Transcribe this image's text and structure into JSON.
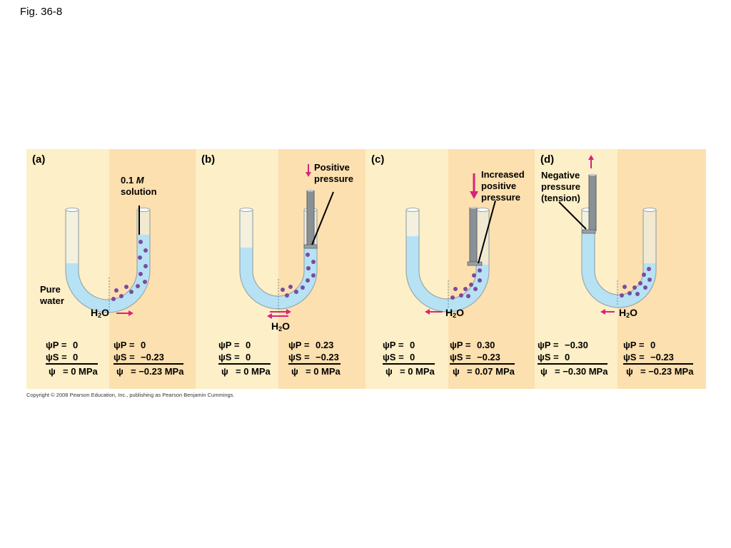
{
  "figure_label": "Fig. 36-8",
  "copyright": "Copyright © 2008 Pearson Education, Inc., publishing as Pearson Benjamin Cummings.",
  "units": "MPa",
  "colors": {
    "left_bg": "#fdefc7",
    "right_bg": "#fce0af",
    "water": "#8fd3ef",
    "solute": "#7b4aa0",
    "arrow": "#d6257a"
  },
  "panels": [
    {
      "label": "(a)",
      "annotation": [
        "0.1",
        "M",
        "solution"
      ],
      "annotation2": [
        "Pure",
        "water"
      ],
      "h2o": "H",
      "h2o_sub": "2",
      "h2o_end": "O",
      "left": {
        "p_label": "ψP =",
        "p_val": "0",
        "s_label": "ψS =",
        "s_val": "0",
        "t_label": "ψ",
        "t_val": "= 0 MPa"
      },
      "right": {
        "p_label": "ψP =",
        "p_val": "0",
        "s_label": "ψS =",
        "s_val": "−0.23",
        "t_label": "ψ",
        "t_val": "= −0.23 MPa"
      }
    },
    {
      "label": "(b)",
      "annotation": [
        "Positive",
        "pressure"
      ],
      "h2o": "H",
      "h2o_sub": "2",
      "h2o_end": "O",
      "left": {
        "p_label": "ψP =",
        "p_val": "0",
        "s_label": "ψS =",
        "s_val": "0",
        "t_label": "ψ",
        "t_val": "= 0 MPa"
      },
      "right": {
        "p_label": "ψP =",
        "p_val": "0.23",
        "s_label": "ψS =",
        "s_val": "−0.23",
        "t_label": "ψ",
        "t_val": "= 0 MPa"
      }
    },
    {
      "label": "(c)",
      "annotation": [
        "Increased",
        "positive",
        "pressure"
      ],
      "h2o": "H",
      "h2o_sub": "2",
      "h2o_end": "O",
      "left": {
        "p_label": "ψP =",
        "p_val": "0",
        "s_label": "ψS =",
        "s_val": "0",
        "t_label": "ψ",
        "t_val": "= 0 MPa"
      },
      "right": {
        "p_label": "ψP =",
        "p_val": "0.30",
        "s_label": "ψS =",
        "s_val": "−0.23",
        "t_label": "ψ",
        "t_val": "= 0.07 MPa"
      }
    },
    {
      "label": "(d)",
      "annotation": [
        "Negative",
        "pressure",
        "(tension)"
      ],
      "h2o": "H",
      "h2o_sub": "2",
      "h2o_end": "O",
      "left": {
        "p_label": "ψP =",
        "p_val": "−0.30",
        "s_label": "ψS =",
        "s_val": "0",
        "t_label": "ψ",
        "t_val": "= −0.30 MPa"
      },
      "right": {
        "p_label": "ψP =",
        "p_val": "0",
        "s_label": "ψS =",
        "s_val": "−0.23",
        "t_label": "ψ",
        "t_val": "= −0.23 MPa"
      }
    }
  ]
}
